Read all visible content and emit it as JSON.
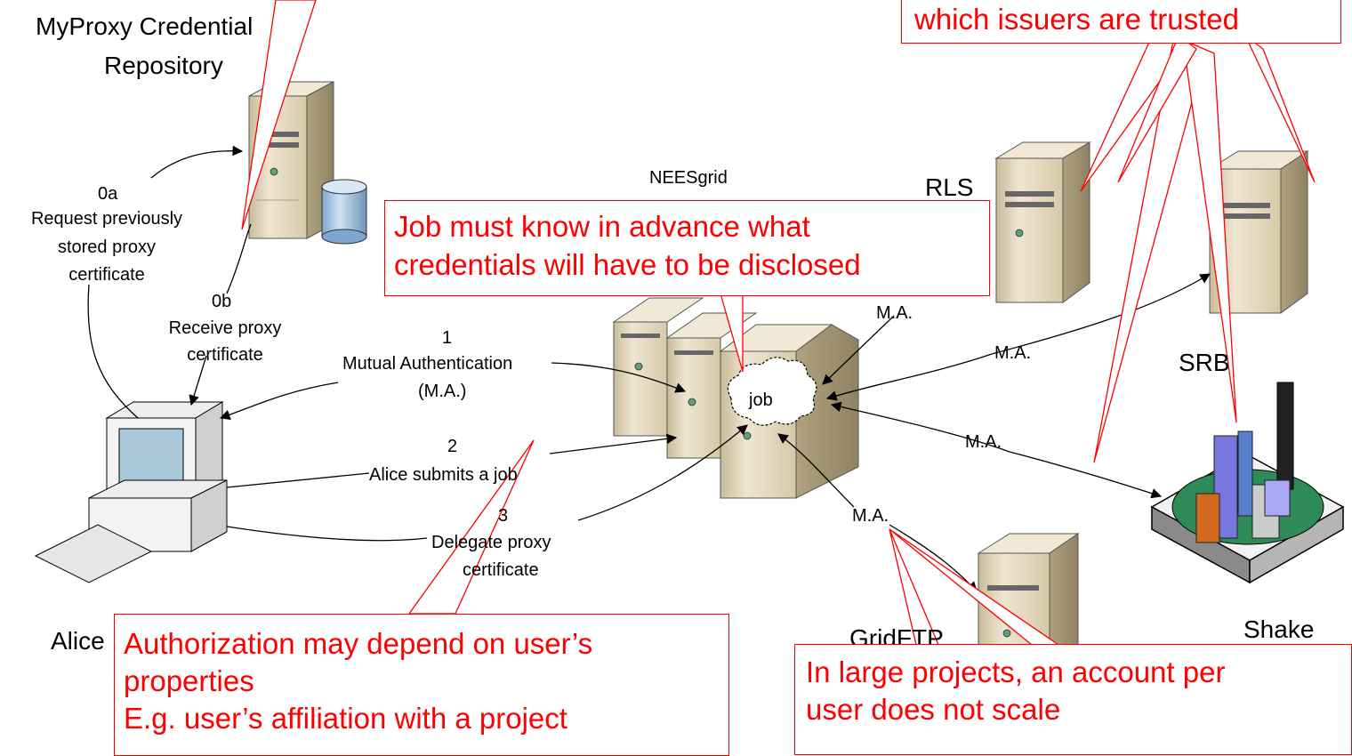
{
  "nodes": {
    "myproxy": {
      "line1": "MyProxy Credential",
      "line2": "Repository"
    },
    "neesgrid": "NEESgrid",
    "rls": "RLS",
    "srb": "SRB",
    "shake": "Shake",
    "gridftp": "GridFTP",
    "alice": "Alice",
    "job": "job"
  },
  "steps": {
    "s0a": {
      "num": "0a",
      "l1": "Request previously",
      "l2": "stored proxy",
      "l3": "certificate"
    },
    "s0b": {
      "num": "0b",
      "l1": "Receive proxy",
      "l2": "certificate"
    },
    "s1": {
      "num": "1",
      "l1": "Mutual Authentication",
      "l2": "(M.A.)"
    },
    "s2": {
      "num": "2",
      "l1": "Alice submits a job"
    },
    "s3": {
      "num": "3",
      "l1": "Delegate proxy",
      "l2": "certificate"
    }
  },
  "ma_labels": [
    "M.A.",
    "M.A.",
    "M.A.",
    "M.A."
  ],
  "callouts": {
    "top_right": "which issuers are trusted",
    "job": {
      "l1": "Job must know in advance what",
      "l2": "credentials will have to be disclosed"
    },
    "authz": {
      "l1": "Authorization may depend on user’s",
      "l2": "properties",
      "l3": "E.g. user’s affiliation with a project"
    },
    "scale": {
      "l1": "In large projects, an account per",
      "l2": "user does not scale"
    }
  },
  "colors": {
    "callout": "#ff0000",
    "server_face": "#e8dcc4",
    "server_shadow": "#b3a88a",
    "disk": "#9fc1e0"
  }
}
